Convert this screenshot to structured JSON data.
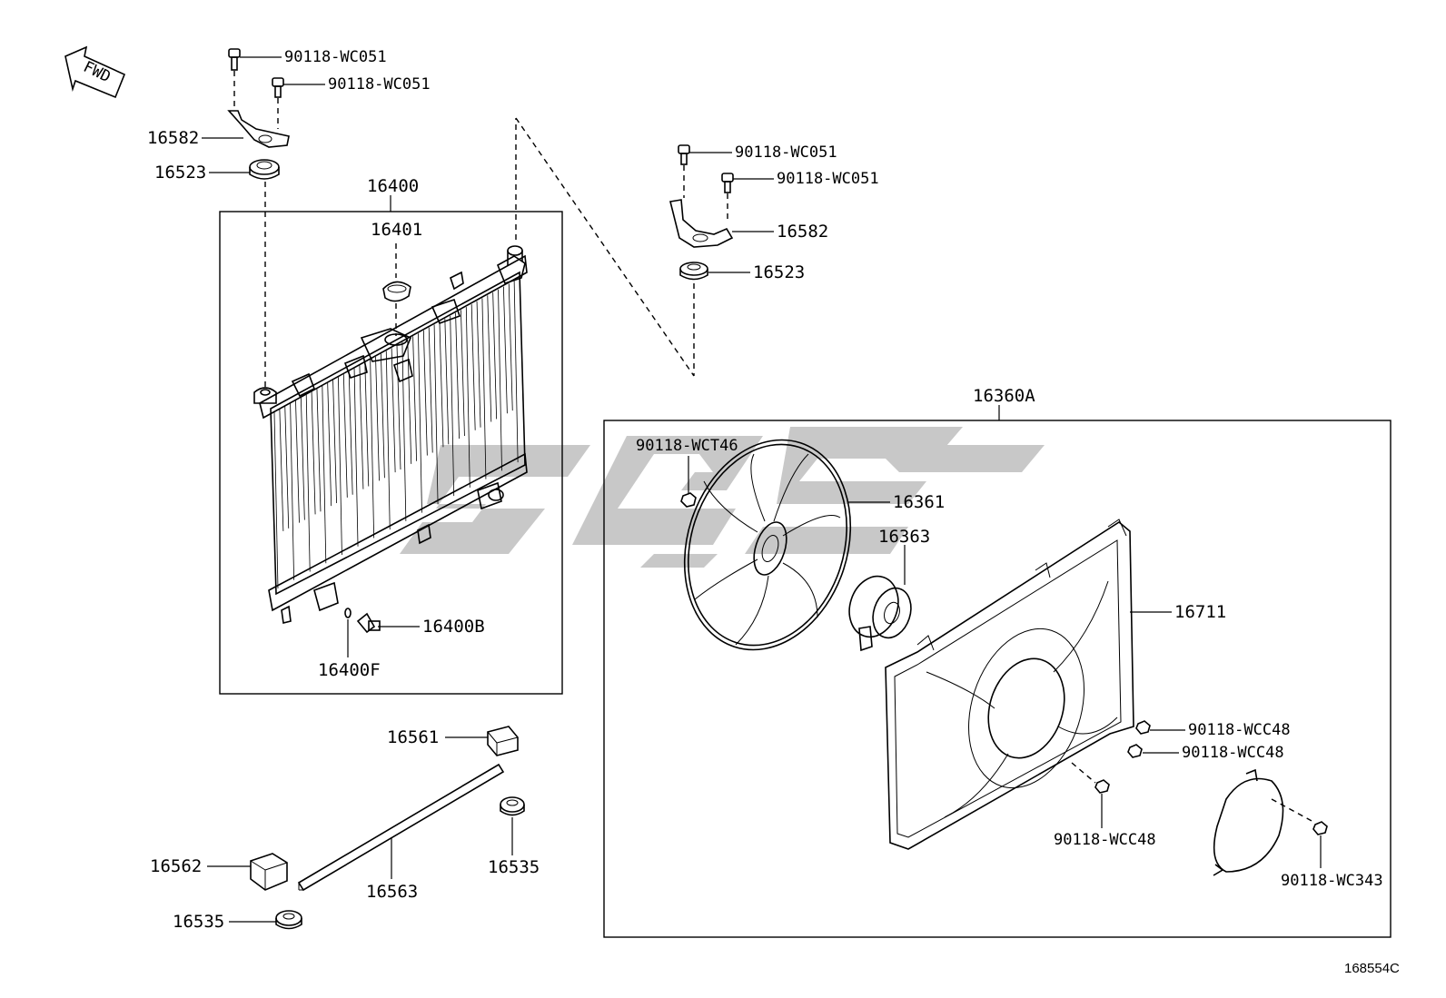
{
  "diagram": {
    "callouts": {
      "bolt_wc051_a": "90118-WC051",
      "bolt_wc051_b": "90118-WC051",
      "bracket_left": "16582",
      "cushion_left": "16523",
      "radiator_assy": "16400",
      "radiator_cap": "16401",
      "drain_cock": "16400B",
      "drain_oring": "16400F",
      "bolt_wc051_c": "90118-WC051",
      "bolt_wc051_d": "90118-WC051",
      "bracket_right": "16582",
      "cushion_right": "16523",
      "fan_motor_assy": "16360A",
      "bolt_wct46": "90118-WCT46",
      "fan": "16361",
      "fan_motor": "16363",
      "fan_shroud": "16711",
      "bolt_wcc48_a": "90118-WCC48",
      "bolt_wcc48_b": "90118-WCC48",
      "bolt_wcc48_c": "90118-WCC48",
      "bolt_wc343": "90118-WC343",
      "seal_upper": "16561",
      "seal_lower": "16562",
      "seal_strip": "16563",
      "cushion_lower_right": "16535",
      "cushion_lower_left": "16535"
    },
    "fwd_label": "FWD",
    "drawing_code": "168554C"
  },
  "colors": {
    "line": "#000000",
    "watermark": "#c8c8c8",
    "background": "#ffffff"
  }
}
